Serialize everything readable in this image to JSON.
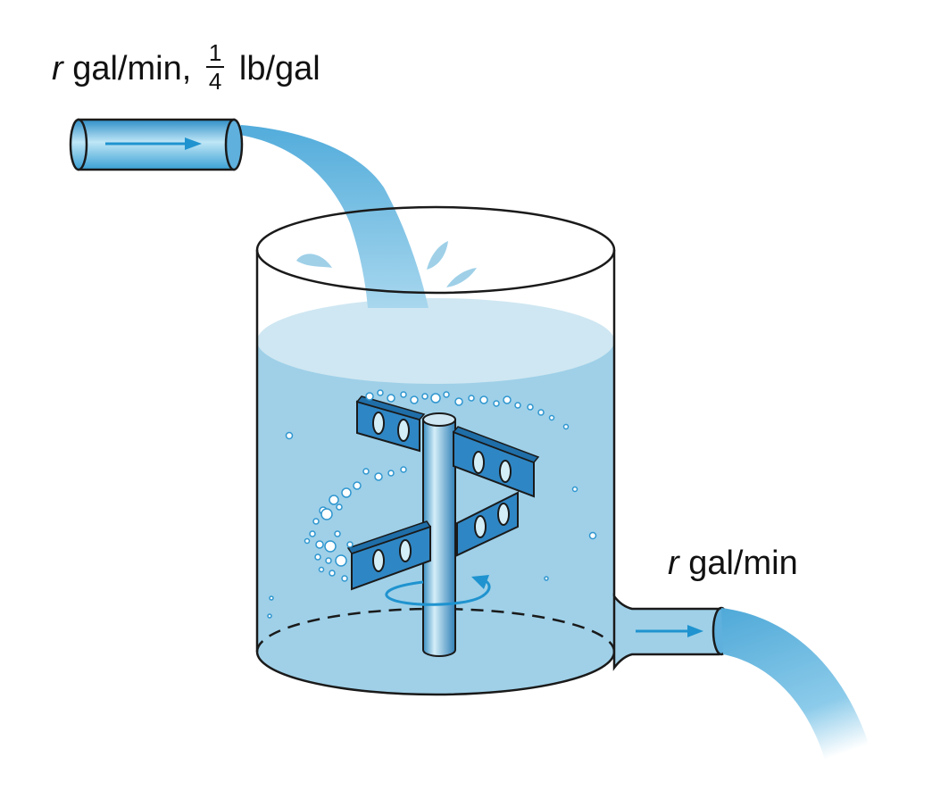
{
  "inlet_label": {
    "rate_var": "r",
    "rate_unit": "gal/min,",
    "conc_num": "1",
    "conc_den": "4",
    "conc_unit": "lb/gal"
  },
  "outlet_label": {
    "rate_var": "r",
    "rate_unit": "gal/min"
  },
  "colors": {
    "water": "#9fd0e8",
    "water_light": "#cfe7f2",
    "pipe": "#5fb6dd",
    "stream": "#5fb0dc",
    "arrow": "#1f93cf",
    "paddle": "#2f86c4",
    "outline": "#1a1a1a"
  }
}
